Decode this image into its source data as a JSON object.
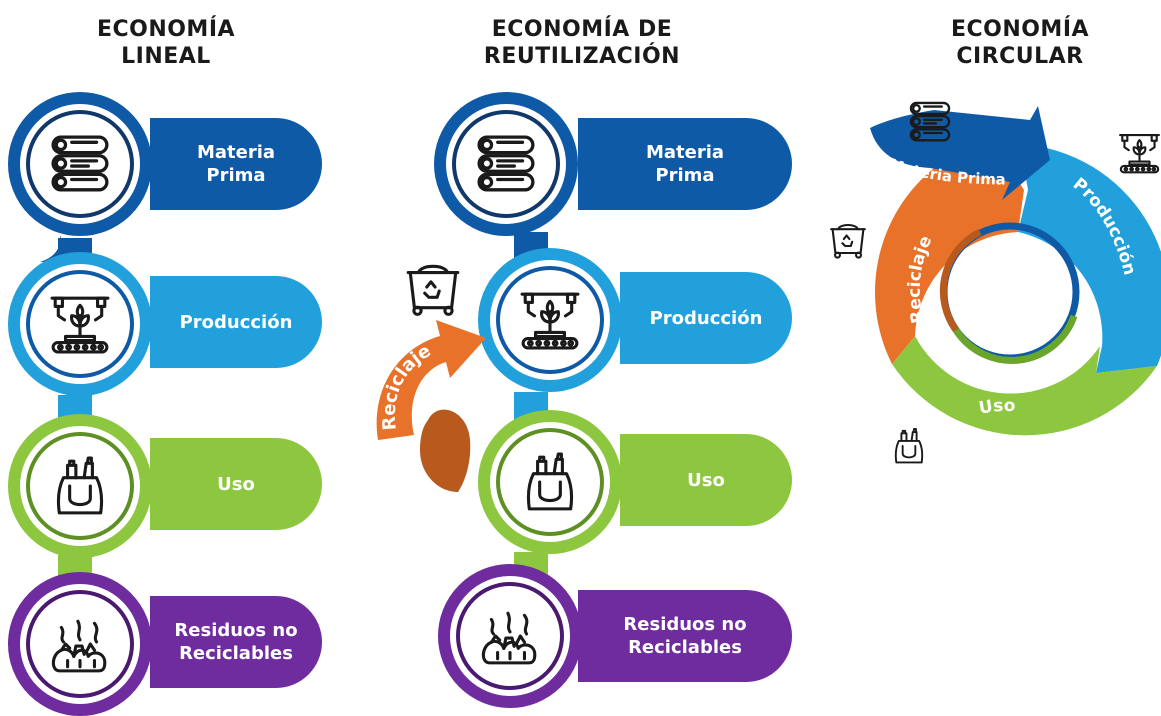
{
  "colors": {
    "dark_blue": "#0f5aa6",
    "light_blue": "#22a0dc",
    "green": "#8dc63f",
    "purple": "#6f2c9e",
    "orange": "#e8722a",
    "dark_orange": "#b85a1e",
    "outline": "#1a1a1a"
  },
  "linear": {
    "title": "ECONOMÍA\nLINEAL",
    "steps": [
      {
        "label": "Materia\nPrima",
        "icon": "logs-icon"
      },
      {
        "label": "Producción",
        "icon": "factory-plant-icon"
      },
      {
        "label": "Uso",
        "icon": "shopping-bag-icon"
      },
      {
        "label": "Residuos no\nReciclables",
        "icon": "garbage-bags-icon"
      }
    ]
  },
  "reuse": {
    "title": "ECONOMÍA DE\nREUTILIZACIÓN",
    "steps": [
      {
        "label": "Materia\nPrima",
        "icon": "logs-icon"
      },
      {
        "label": "Producción",
        "icon": "factory-plant-icon"
      },
      {
        "label": "Uso",
        "icon": "shopping-bag-icon"
      },
      {
        "label": "Residuos no\nReciclables",
        "icon": "garbage-bags-icon"
      }
    ],
    "recycle_arrow": "Reciclaje",
    "recycle_icon": "recycle-bin-icon"
  },
  "circular": {
    "title": "ECONOMÍA\nCIRCULAR",
    "entry_arrow": "Materia Prima",
    "segments": [
      {
        "label": "Producción",
        "icon": "factory-plant-icon"
      },
      {
        "label": "Uso",
        "icon": "shopping-bag-icon"
      },
      {
        "label": "Reciclaje",
        "icon": "recycle-bin-icon"
      }
    ]
  }
}
